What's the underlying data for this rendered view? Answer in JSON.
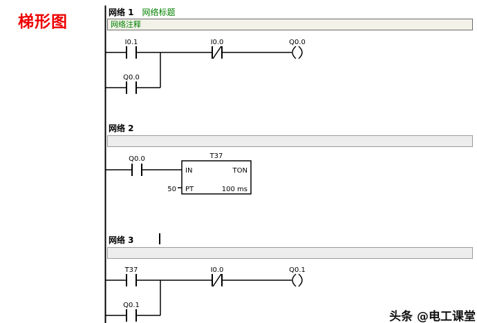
{
  "page": {
    "side_label": "梯形图",
    "watermark": "头条 @电工课堂"
  },
  "network1": {
    "label": "网络 1",
    "title": "网络标题",
    "comment": "网络注释",
    "contact1": "I0.1",
    "contact2": "I0.0",
    "coil": "Q0.0",
    "branch_contact": "Q0.0"
  },
  "network2": {
    "label": "网络 2",
    "contact1": "Q0.0",
    "timer": {
      "name": "T37",
      "in_label": "IN",
      "type": "TON",
      "pt_label": "PT",
      "time_base": "100 ms",
      "preset": "50"
    }
  },
  "network3": {
    "label": "网络 3",
    "contact1": "T37",
    "contact2": "I0.0",
    "coil": "Q0.1",
    "branch_contact": "Q0.1"
  },
  "colors": {
    "side_label_red": "#ee0000",
    "title_green": "#008000",
    "preset_olive": "#808000",
    "wire_black": "#000000"
  }
}
